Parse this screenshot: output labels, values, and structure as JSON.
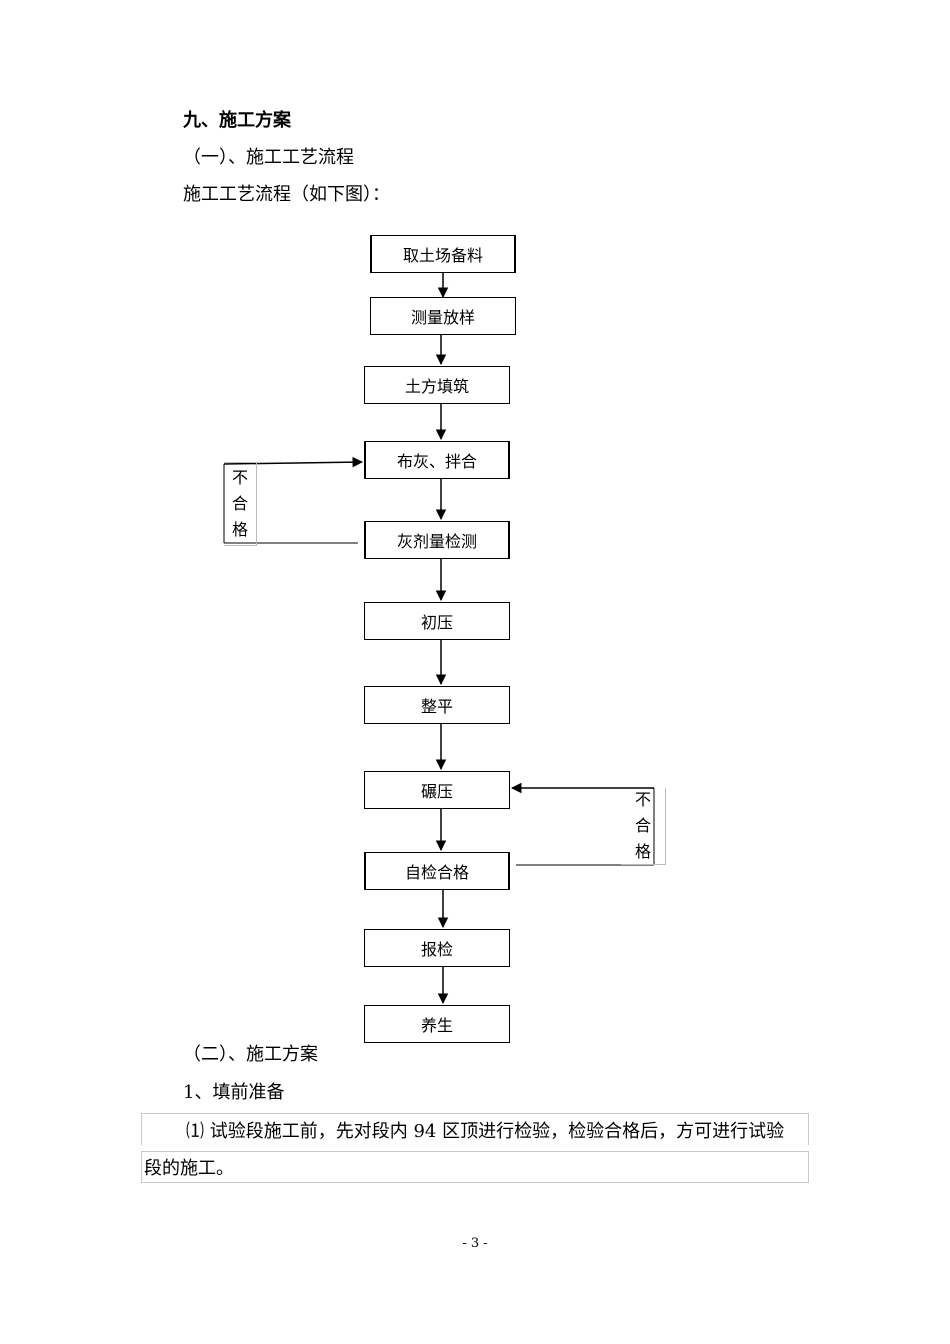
{
  "headings": {
    "section": "九、施工方案",
    "sub1": "（一）、施工工艺流程",
    "intro": "施工工艺流程（如下图）：",
    "sub2": "（二）、施工方案",
    "item1": "1、填前准备"
  },
  "flow": {
    "steps": [
      "取土场备料",
      "测量放样",
      "土方填筑",
      "布灰、拌合",
      "灰剂量检测",
      "初压",
      "整平",
      "碾压",
      "自检合格",
      "报检",
      "养生"
    ],
    "loop_left_label": [
      "不",
      "合",
      "格"
    ],
    "loop_right_label": [
      "不",
      "合",
      "格"
    ]
  },
  "paragraph": {
    "line1": "⑴ 试验段施工前，先对段内 94 区顶进行检验，检验合格后，方可进行试验",
    "line2": "段的施工。"
  },
  "footer": {
    "page_number": "- 3 -"
  }
}
